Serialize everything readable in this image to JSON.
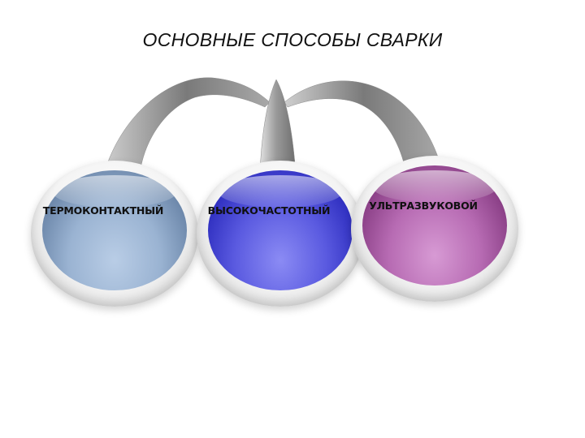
{
  "slide": {
    "title": "ОСНОВНЫЕ СПОСОБЫ СВАРКИ"
  },
  "methods": [
    {
      "label": "ТЕРМОКОНТАКТНЫЙ",
      "color": "#9ab3d2"
    },
    {
      "label": "ВЫСОКОЧАСТОТНЫЙ",
      "color": "#4b4bd9"
    },
    {
      "label": "УЛЬТРАЗВУКОВОЙ",
      "color": "#a85aa4"
    }
  ],
  "connector_color": "#8c8c8c"
}
